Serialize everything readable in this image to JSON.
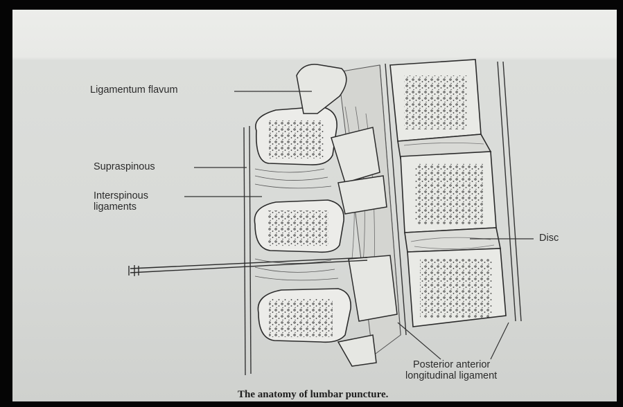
{
  "figure": {
    "caption": "The anatomy of lumbar puncture.",
    "labels": {
      "ligamentum_flavum": "Ligamentum flavum",
      "supraspinous": "Supraspinous",
      "interspinous_line1": "Interspinous",
      "interspinous_line2": "ligaments",
      "disc": "Disc",
      "longitudinal_line1": "Posterior anterior",
      "longitudinal_line2": "longitudinal ligament"
    }
  }
}
